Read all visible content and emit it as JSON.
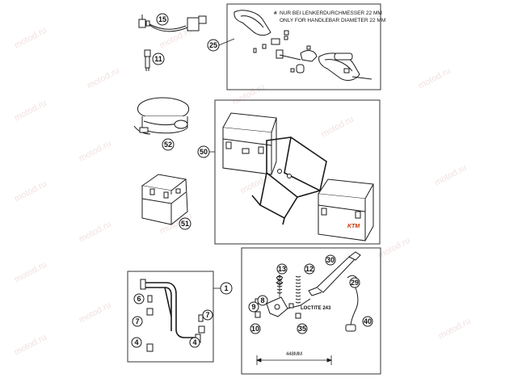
{
  "watermark": {
    "text": "motod.ru",
    "color": "#d9a3a3"
  },
  "handguard_note": {
    "marker": "#",
    "line1": "NUR BEI LENKERDURCHMESSER 22 MM",
    "line2": "ONLY FOR HANDLEBAR DIAMETER 22 MM"
  },
  "callouts": {
    "c15": "15",
    "c11": "11",
    "c25": "25",
    "c52": "52",
    "c50": "50",
    "c51": "51",
    "c1": "1",
    "c6": "6",
    "c7a": "7",
    "c7b": "7",
    "c4a": "4",
    "c4b": "4",
    "c13": "13",
    "c12": "12",
    "c30": "30",
    "c29": "29",
    "c9": "9",
    "c8": "8",
    "c10": "10",
    "c35": "35",
    "c40": "40"
  },
  "loctite_label": "LOCTITE 243",
  "dimension_label": "448MM",
  "case_logo": "KTM",
  "colors": {
    "line": "#1a1a1a",
    "frame": "#333333"
  }
}
